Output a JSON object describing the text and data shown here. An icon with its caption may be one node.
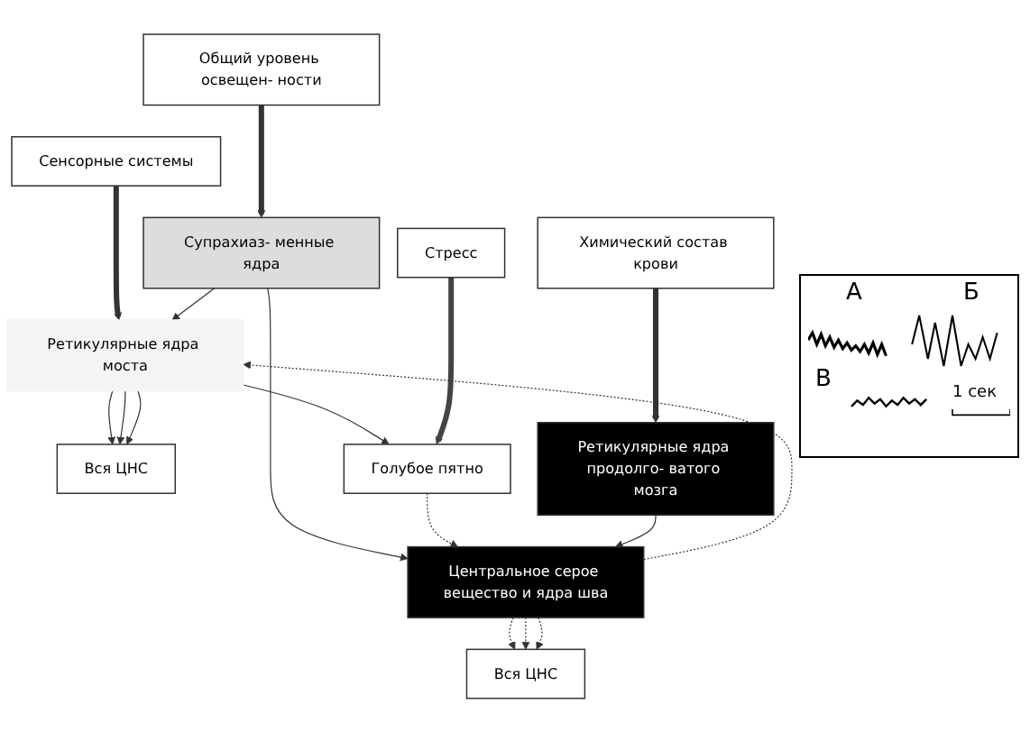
{
  "diagram": {
    "nodes": [
      {
        "text": [
          "Вся ЦНС"
        ]
      },
      {
        "text": [
          "Сенсорные системы"
        ]
      },
      {
        "text": [
          "Стресс"
        ]
      },
      {
        "text": [
          "Ретикулярные ядра моста"
        ]
      },
      {
        "text": [
          "Голубое пятно"
        ]
      },
      {
        "text": [
          "Центральное серое вещество и ядра шва"
        ]
      },
      {
        "text": [
          "Супрахиаз- менные ядра"
        ]
      },
      {
        "text": [
          "Вся ЦНС"
        ]
      },
      {
        "text": [
          "Ретикулярные ядра продолго- ватого мозга"
        ]
      },
      {
        "text": [
          "Общий уровень освещен- ности"
        ]
      },
      {
        "text": [
          "Химический состав крови"
        ]
      }
    ],
    "edges": [
      {
        "from": 3,
        "to": 0,
        "arrow": "to"
      },
      {
        "from": 3,
        "to": 0,
        "arrow": "to"
      },
      {
        "from": 3,
        "to": 0,
        "arrow": "to"
      },
      {
        "from": 1,
        "to": 3,
        "arrow": "to",
        "style": "thick"
      },
      {
        "from": 6,
        "to": 3,
        "arrow": "to"
      },
      {
        "from": 6,
        "to": 5,
        "arrow": "to"
      },
      {
        "from": 3,
        "to": 4,
        "arrow": "to"
      },
      {
        "from": 2,
        "to": 4,
        "arrow": "to",
        "style": "thick",
        "color": "#444444"
      },
      {
        "from": 4,
        "to": 5,
        "arrow": "to",
        "style": "dashed"
      },
      {
        "from": 5,
        "to": 3,
        "arrow": "to",
        "style": "dashed"
      },
      {
        "from": 5,
        "to": 7,
        "arrow": "to",
        "style": "dashed"
      },
      {
        "from": 5,
        "to": 7,
        "arrow": "to",
        "style": "dashed"
      },
      {
        "from": 5,
        "to": 7,
        "arrow": "to",
        "style": "dashed"
      },
      {
        "from": 8,
        "to": 5,
        "arrow": "to"
      },
      {
        "from": 9,
        "to": 6,
        "arrow": "to",
        "style": "thick"
      },
      {
        "from": 10,
        "to": 8,
        "arrow": "to",
        "style": "thick"
      }
    ],
    "labels": [
      "А",
      "Б",
      "В",
      "1 сек"
    ]
  }
}
